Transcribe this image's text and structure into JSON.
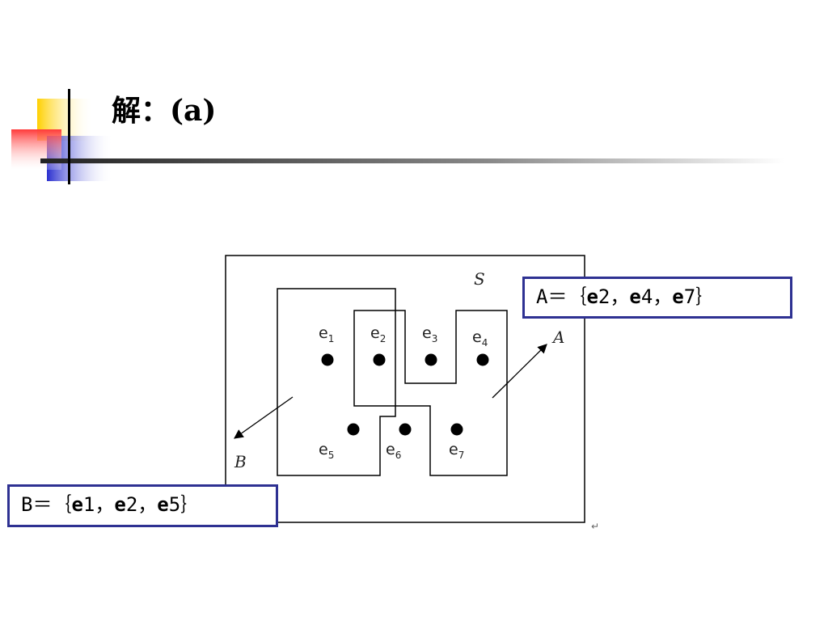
{
  "title": "解：(a)",
  "colors": {
    "accent_yellow": "#ffd000",
    "accent_blue": "#2a2fcf",
    "accent_red": "#ff3a3a",
    "box_border": "#2e3192"
  },
  "diagram": {
    "universe_label": "S",
    "set_labels": {
      "A": "A",
      "B": "B"
    },
    "elements": [
      {
        "letter": "e",
        "index": "1"
      },
      {
        "letter": "e",
        "index": "2"
      },
      {
        "letter": "e",
        "index": "3"
      },
      {
        "letter": "e",
        "index": "4"
      },
      {
        "letter": "e",
        "index": "5"
      },
      {
        "letter": "e",
        "index": "6"
      },
      {
        "letter": "e",
        "index": "7"
      }
    ],
    "return_mark": "↵"
  },
  "set_a_box": {
    "name": "A",
    "equals": "＝｛",
    "items": [
      {
        "letter": "e",
        "digit": "2",
        "sep": "，"
      },
      {
        "letter": "e",
        "digit": "4",
        "sep": "，"
      },
      {
        "letter": "e",
        "digit": "7",
        "sep": "｝"
      }
    ]
  },
  "set_b_box": {
    "name": "B",
    "equals": "＝｛",
    "items": [
      {
        "letter": "e",
        "digit": "1",
        "sep": "，"
      },
      {
        "letter": "e",
        "digit": "2",
        "sep": "，"
      },
      {
        "letter": "e",
        "digit": "5",
        "sep": "｝"
      }
    ]
  }
}
